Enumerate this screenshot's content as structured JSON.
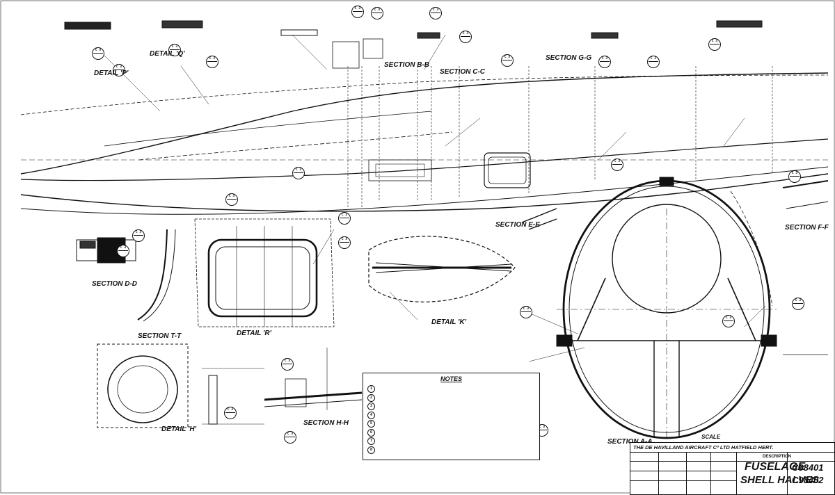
{
  "drawing": {
    "company": "THE DE HAVILLAND AIRCRAFT Cº LTD HATFIELD HERT.",
    "description_header": "DESCRIPTION",
    "title_line1": "FUSELAGE",
    "title_line2": "SHELL HALVES",
    "drawing_no_1": "C98401",
    "drawing_no_2": "C98402",
    "scale_note": "SCALE"
  },
  "notes": {
    "title": "NOTES",
    "items": [
      "1",
      "2",
      "3",
      "4",
      "5",
      "6",
      "7",
      "8"
    ]
  },
  "labels": {
    "detail_q": "DETAIL 'Q'",
    "detail_p": "DETAIL 'P'",
    "section_bb": "SECTION B-B",
    "section_cc": "SECTION C-C",
    "section_gg": "SECTION G-G",
    "section_ee": "SECTION E-E",
    "section_dd": "SECTION D-D",
    "section_ff": "SECTION F-F",
    "section_tt": "SECTION T-T",
    "section_hh": "SECTION H-H",
    "section_aa": "SECTION A-A",
    "detail_r": "DETAIL 'R'",
    "detail_k": "DETAIL 'K'",
    "detail_h": "DETAIL 'H'"
  },
  "colors": {
    "ink": "#111111",
    "paper": "#ffffff"
  }
}
